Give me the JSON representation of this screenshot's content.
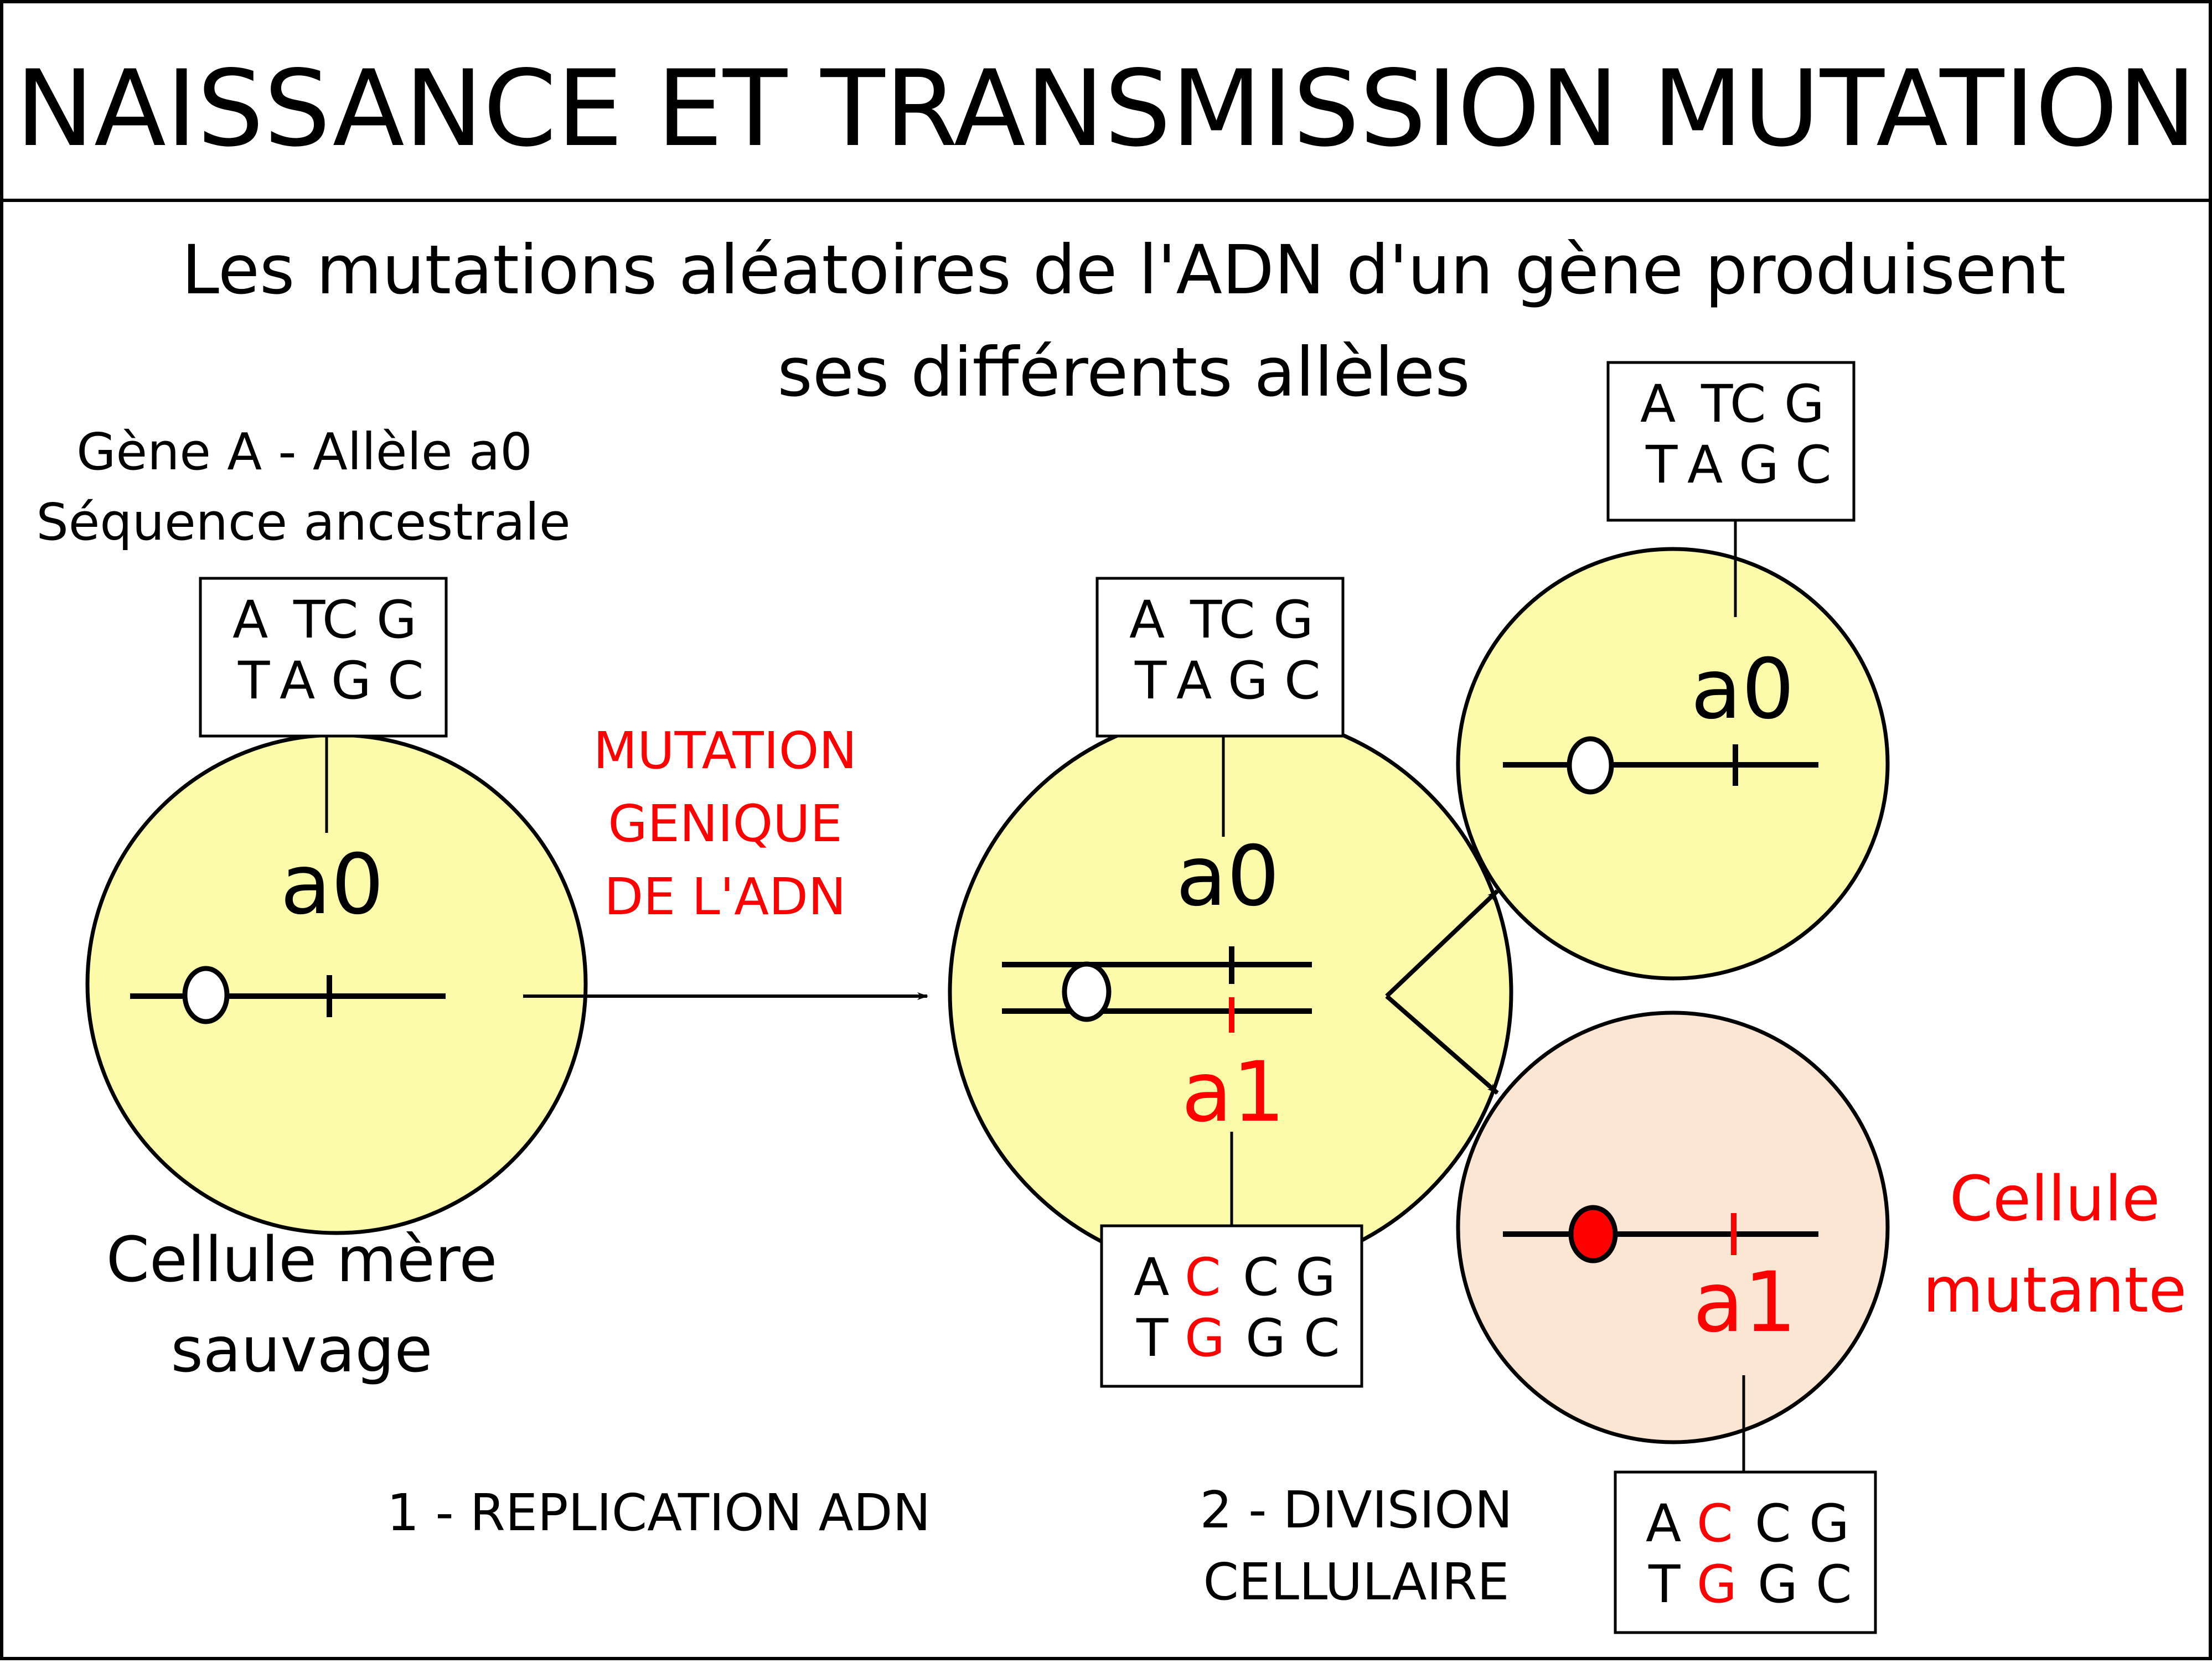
{
  "title": "NAISSANCE ET TRANSMISSION MUTATION",
  "subtitle": {
    "line1": "Les mutations aléatoires de l'ADN d'un gène produisent",
    "line2": "ses différents allèles"
  },
  "ancestral": {
    "line1": "Gène A - Allèle a0",
    "line2": "Séquence ancestrale"
  },
  "mutation_label": {
    "line1": "MUTATION",
    "line2": "GENIQUE",
    "line3": "DE L'ADN"
  },
  "cells": {
    "mother": {
      "allele": "a0",
      "caption_line1": "Cellule mère",
      "caption_line2": "sauvage"
    },
    "replicating": {
      "allele_top": "a0",
      "allele_bottom": "a1"
    },
    "daughter_normal": {
      "allele": "a0"
    },
    "daughter_mutant": {
      "allele": "a1",
      "caption_line1": "Cellule",
      "caption_line2": "mutante"
    }
  },
  "sequences": {
    "wild": {
      "top": [
        "A",
        "TC",
        "G"
      ],
      "bottom": [
        "T",
        "A",
        "G",
        "C"
      ]
    },
    "mutant": {
      "top": [
        "A",
        "C",
        "C",
        "G"
      ],
      "bottom": [
        "T",
        "G",
        "G",
        "C"
      ]
    }
  },
  "steps": {
    "replication": "1 - REPLICATION ADN",
    "division_line1": "2 - DIVISION",
    "division_line2": "CELLULAIRE"
  },
  "colors": {
    "cell_yellow": "#fbfbaa",
    "cell_mutant": "#fbe5d3",
    "mutation_red": "#ff0000",
    "stroke": "#000000"
  }
}
